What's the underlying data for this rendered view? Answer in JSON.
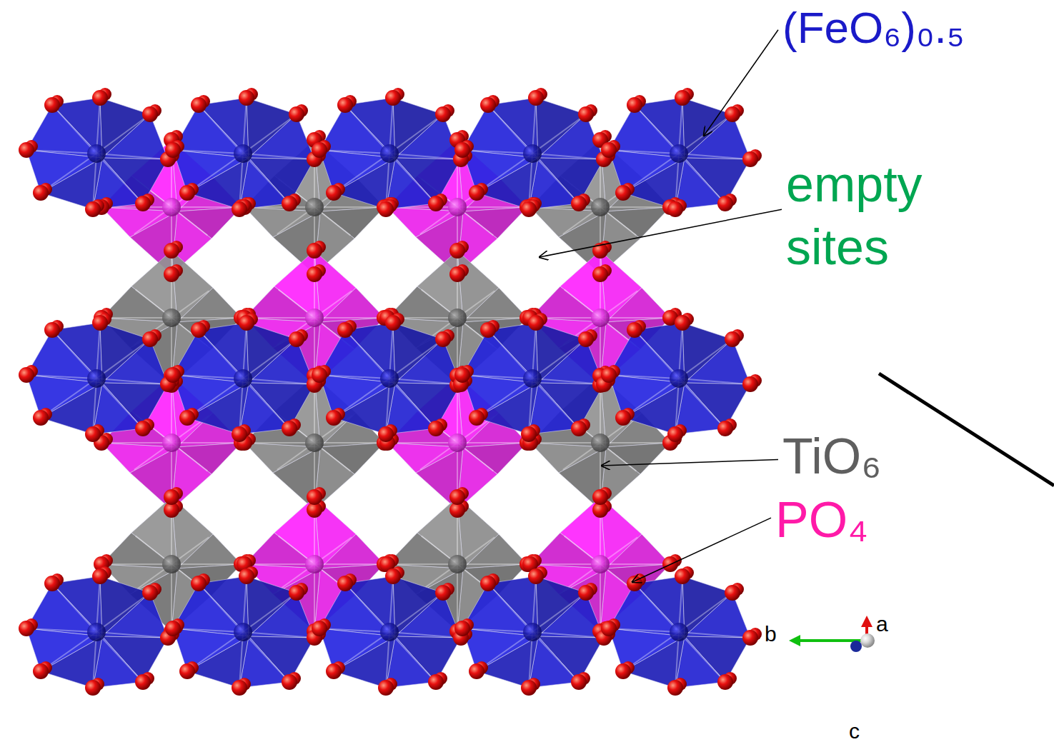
{
  "diagram": {
    "labels": [
      "(FeO₆)₀.₅",
      "empty sites",
      "TiO₆",
      "PO₄",
      "a",
      "b",
      "c"
    ]
  }
}
